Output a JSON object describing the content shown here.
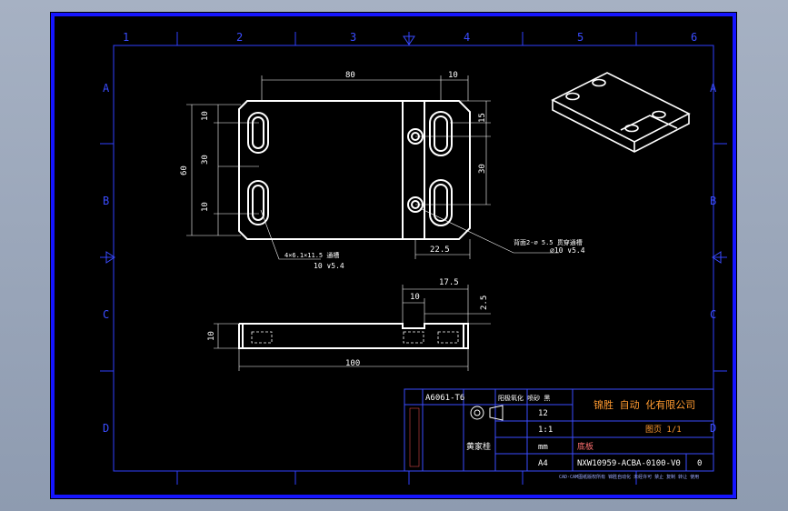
{
  "drawing": {
    "zone_columns": [
      "1",
      "2",
      "3",
      "4",
      "5",
      "6"
    ],
    "zone_rows": [
      "A",
      "B",
      "C",
      "D"
    ],
    "dimensions": {
      "width_80": "80",
      "width_10_top": "10",
      "left_10_top": "10",
      "left_30": "30",
      "left_10_bottom": "10",
      "height_60": "60",
      "right_15": "15",
      "right_30": "30",
      "dist_22_5": "22.5",
      "side_17_5": "17.5",
      "side_10_top": "10",
      "side_2_5": "2.5",
      "side_10_height": "10",
      "side_100": "100"
    },
    "callouts": {
      "slot_note": "4×6.1×11.5 通槽",
      "slot_depth": "10 ∨5.4",
      "hole_note": "背面2-∅ 5.5 贯穿通槽",
      "hole_depth": "∅10 ∨5.4"
    }
  },
  "title_block": {
    "material": "A6061-T6",
    "surface_label": "阳极氧化 喷砂 黑",
    "quantity": "12",
    "scale": "1:1",
    "unit": "mm",
    "paper": "A4",
    "part_name": "底板",
    "designer": "黄家桂",
    "company": "锦胜 自动 化有限公司",
    "sheet_label": "图页 1/1",
    "drawing_number": "NXW10959-ACBA-0100-V0",
    "revision": "0",
    "footer_note": "CAD·CAM图纸版权所有 锦胜自动化 未经许可 禁止 复制 转让 使用"
  }
}
